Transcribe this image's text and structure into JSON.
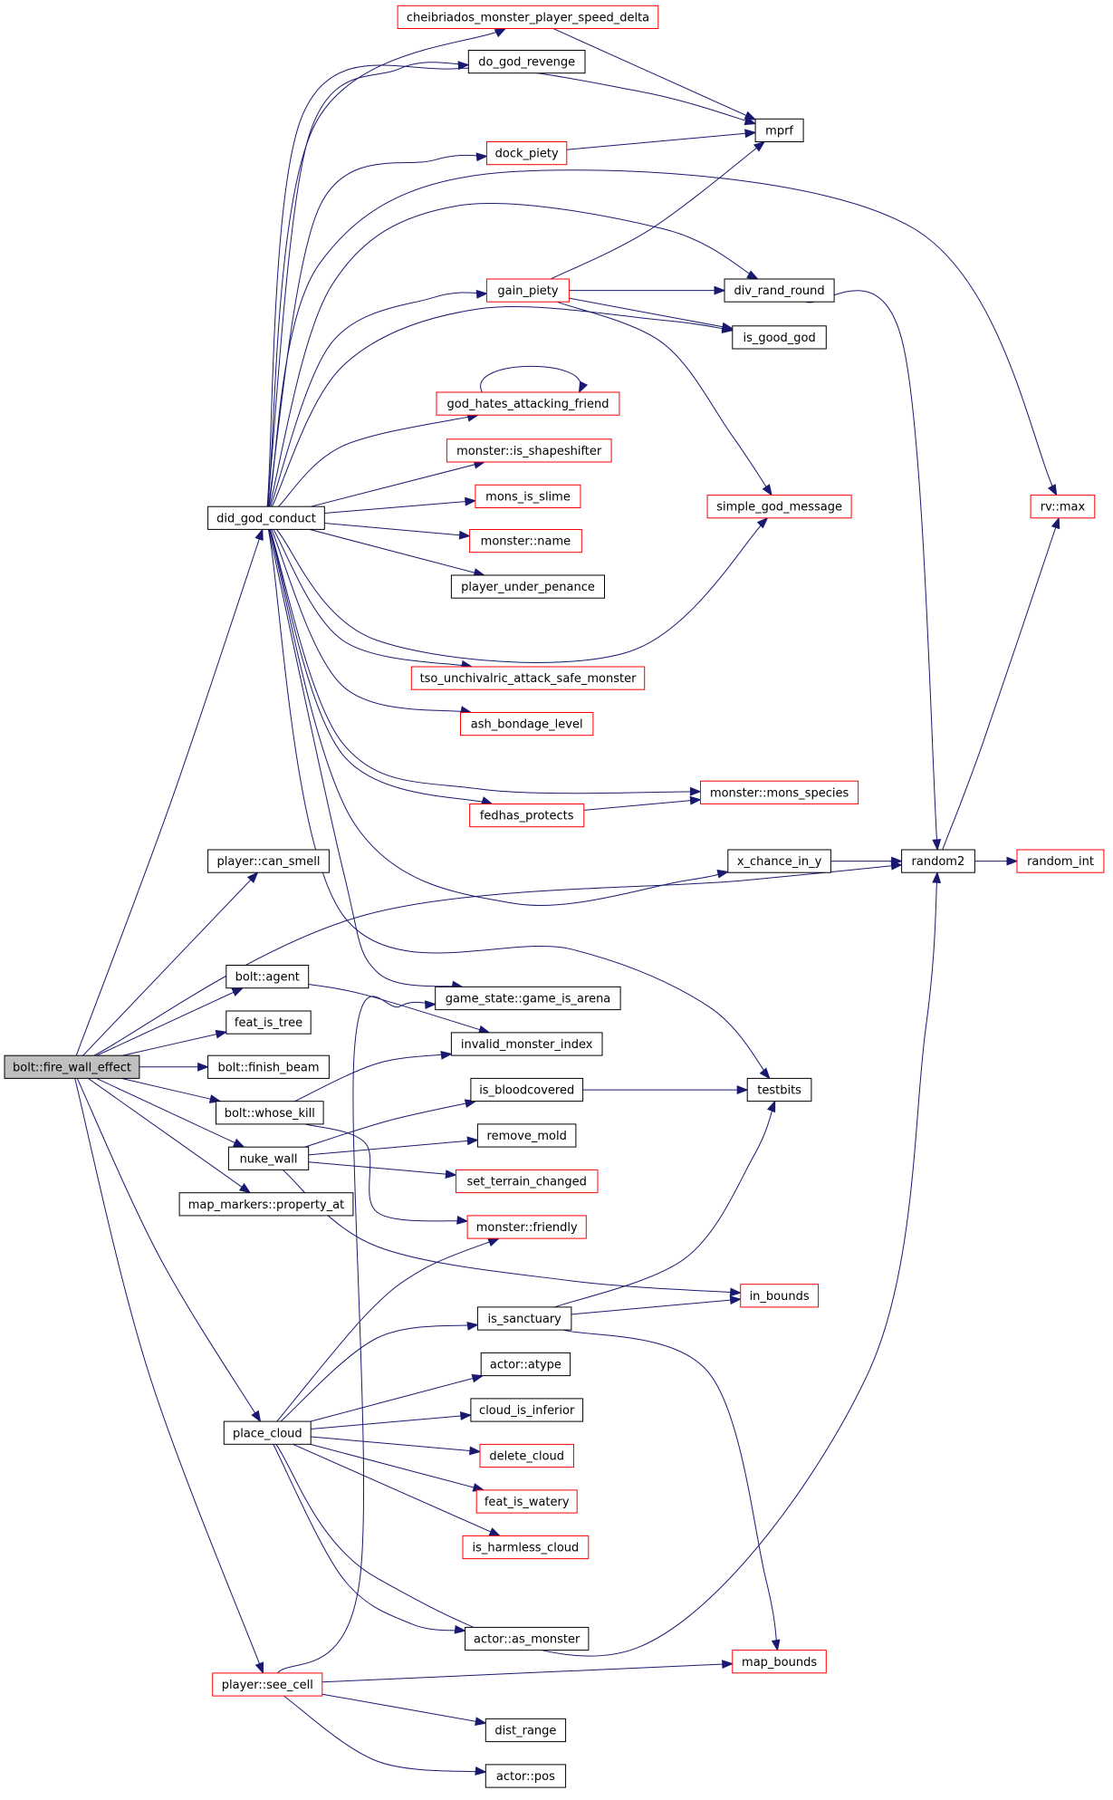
{
  "diagram": {
    "type": "call-graph",
    "colors": {
      "edge": "#191970",
      "node_border_normal": "#000000",
      "node_border_truncated": "#ff0000",
      "node_fill_root": "#bfbfbf",
      "node_fill": "#ffffff"
    },
    "nodes": [
      {
        "id": "root",
        "label": "bolt::fire_wall_effect",
        "style": "root"
      },
      {
        "id": "did_god_conduct",
        "label": "did_god_conduct",
        "style": "normal"
      },
      {
        "id": "can_smell",
        "label": "player::can_smell",
        "style": "normal"
      },
      {
        "id": "bolt_agent",
        "label": "bolt::agent",
        "style": "normal"
      },
      {
        "id": "feat_is_tree",
        "label": "feat_is_tree",
        "style": "normal"
      },
      {
        "id": "finish_beam",
        "label": "bolt::finish_beam",
        "style": "normal"
      },
      {
        "id": "whose_kill",
        "label": "bolt::whose_kill",
        "style": "normal"
      },
      {
        "id": "nuke_wall",
        "label": "nuke_wall",
        "style": "normal"
      },
      {
        "id": "property_at",
        "label": "map_markers::property_at",
        "style": "normal"
      },
      {
        "id": "place_cloud",
        "label": "place_cloud",
        "style": "normal"
      },
      {
        "id": "see_cell",
        "label": "player::see_cell",
        "style": "truncated"
      },
      {
        "id": "cheibriados",
        "label": "cheibriados_monster_player_speed_delta",
        "style": "truncated"
      },
      {
        "id": "do_god_revenge",
        "label": "do_god_revenge",
        "style": "normal"
      },
      {
        "id": "dock_piety",
        "label": "dock_piety",
        "style": "truncated"
      },
      {
        "id": "gain_piety",
        "label": "gain_piety",
        "style": "truncated"
      },
      {
        "id": "god_hates",
        "label": "god_hates_attacking_friend",
        "style": "truncated"
      },
      {
        "id": "is_shapeshifter",
        "label": "monster::is_shapeshifter",
        "style": "truncated"
      },
      {
        "id": "mons_is_slime",
        "label": "mons_is_slime",
        "style": "truncated"
      },
      {
        "id": "monster_name",
        "label": "monster::name",
        "style": "truncated"
      },
      {
        "id": "player_under_penance",
        "label": "player_under_penance",
        "style": "normal"
      },
      {
        "id": "tso",
        "label": "tso_unchivalric_attack_safe_monster",
        "style": "truncated"
      },
      {
        "id": "ash_bondage",
        "label": "ash_bondage_level",
        "style": "truncated"
      },
      {
        "id": "fedhas_protects",
        "label": "fedhas_protects",
        "style": "truncated"
      },
      {
        "id": "game_is_arena",
        "label": "game_state::game_is_arena",
        "style": "normal"
      },
      {
        "id": "invalid_monster_index",
        "label": "invalid_monster_index",
        "style": "normal"
      },
      {
        "id": "is_bloodcovered",
        "label": "is_bloodcovered",
        "style": "normal"
      },
      {
        "id": "remove_mold",
        "label": "remove_mold",
        "style": "normal"
      },
      {
        "id": "set_terrain_changed",
        "label": "set_terrain_changed",
        "style": "truncated"
      },
      {
        "id": "monster_friendly",
        "label": "monster::friendly",
        "style": "truncated"
      },
      {
        "id": "is_sanctuary",
        "label": "is_sanctuary",
        "style": "normal"
      },
      {
        "id": "actor_atype",
        "label": "actor::atype",
        "style": "normal"
      },
      {
        "id": "cloud_is_inferior",
        "label": "cloud_is_inferior",
        "style": "normal"
      },
      {
        "id": "delete_cloud",
        "label": "delete_cloud",
        "style": "truncated"
      },
      {
        "id": "feat_is_watery",
        "label": "feat_is_watery",
        "style": "truncated"
      },
      {
        "id": "is_harmless_cloud",
        "label": "is_harmless_cloud",
        "style": "truncated"
      },
      {
        "id": "as_monster",
        "label": "actor::as_monster",
        "style": "normal"
      },
      {
        "id": "dist_range",
        "label": "dist_range",
        "style": "normal"
      },
      {
        "id": "actor_pos",
        "label": "actor::pos",
        "style": "normal"
      },
      {
        "id": "mprf",
        "label": "mprf",
        "style": "normal"
      },
      {
        "id": "div_rand_round",
        "label": "div_rand_round",
        "style": "normal"
      },
      {
        "id": "is_good_god",
        "label": "is_good_god",
        "style": "normal"
      },
      {
        "id": "simple_god_message",
        "label": "simple_god_message",
        "style": "truncated"
      },
      {
        "id": "mons_species",
        "label": "monster::mons_species",
        "style": "truncated"
      },
      {
        "id": "x_chance_in_y",
        "label": "x_chance_in_y",
        "style": "normal"
      },
      {
        "id": "testbits",
        "label": "testbits",
        "style": "normal"
      },
      {
        "id": "in_bounds",
        "label": "in_bounds",
        "style": "truncated"
      },
      {
        "id": "map_bounds",
        "label": "map_bounds",
        "style": "truncated"
      },
      {
        "id": "random2",
        "label": "random2",
        "style": "normal"
      },
      {
        "id": "rv_max",
        "label": "rv::max",
        "style": "truncated"
      },
      {
        "id": "random_int",
        "label": "random_int",
        "style": "truncated"
      }
    ],
    "edges": [
      [
        "root",
        "did_god_conduct"
      ],
      [
        "root",
        "can_smell"
      ],
      [
        "root",
        "random2"
      ],
      [
        "root",
        "bolt_agent"
      ],
      [
        "root",
        "feat_is_tree"
      ],
      [
        "root",
        "finish_beam"
      ],
      [
        "root",
        "whose_kill"
      ],
      [
        "root",
        "nuke_wall"
      ],
      [
        "root",
        "property_at"
      ],
      [
        "root",
        "place_cloud"
      ],
      [
        "root",
        "see_cell"
      ],
      [
        "did_god_conduct",
        "cheibriados"
      ],
      [
        "did_god_conduct",
        "do_god_revenge"
      ],
      [
        "did_god_conduct",
        "mprf"
      ],
      [
        "did_god_conduct",
        "dock_piety"
      ],
      [
        "did_god_conduct",
        "rv_max"
      ],
      [
        "did_god_conduct",
        "div_rand_round"
      ],
      [
        "did_god_conduct",
        "gain_piety"
      ],
      [
        "did_god_conduct",
        "is_good_god"
      ],
      [
        "did_god_conduct",
        "god_hates"
      ],
      [
        "did_god_conduct",
        "is_shapeshifter"
      ],
      [
        "did_god_conduct",
        "mons_is_slime"
      ],
      [
        "did_god_conduct",
        "monster_name"
      ],
      [
        "did_god_conduct",
        "player_under_penance"
      ],
      [
        "did_god_conduct",
        "simple_god_message"
      ],
      [
        "did_god_conduct",
        "tso"
      ],
      [
        "did_god_conduct",
        "ash_bondage"
      ],
      [
        "did_god_conduct",
        "mons_species"
      ],
      [
        "did_god_conduct",
        "fedhas_protects"
      ],
      [
        "did_god_conduct",
        "x_chance_in_y"
      ],
      [
        "did_god_conduct",
        "testbits"
      ],
      [
        "did_god_conduct",
        "game_is_arena"
      ],
      [
        "cheibriados",
        "mprf"
      ],
      [
        "dock_piety",
        "mprf"
      ],
      [
        "gain_piety",
        "mprf"
      ],
      [
        "gain_piety",
        "div_rand_round"
      ],
      [
        "gain_piety",
        "is_good_god"
      ],
      [
        "gain_piety",
        "simple_god_message"
      ],
      [
        "god_hates",
        "god_hates"
      ],
      [
        "fedhas_protects",
        "mons_species"
      ],
      [
        "div_rand_round",
        "random2"
      ],
      [
        "x_chance_in_y",
        "random2"
      ],
      [
        "random2",
        "rv_max"
      ],
      [
        "random2",
        "random_int"
      ],
      [
        "bolt_agent",
        "invalid_monster_index"
      ],
      [
        "whose_kill",
        "invalid_monster_index"
      ],
      [
        "whose_kill",
        "monster_friendly"
      ],
      [
        "nuke_wall",
        "is_bloodcovered"
      ],
      [
        "nuke_wall",
        "remove_mold"
      ],
      [
        "nuke_wall",
        "set_terrain_changed"
      ],
      [
        "nuke_wall",
        "in_bounds"
      ],
      [
        "is_bloodcovered",
        "testbits"
      ],
      [
        "place_cloud",
        "monster_friendly"
      ],
      [
        "place_cloud",
        "is_sanctuary"
      ],
      [
        "place_cloud",
        "actor_atype"
      ],
      [
        "place_cloud",
        "cloud_is_inferior"
      ],
      [
        "place_cloud",
        "delete_cloud"
      ],
      [
        "place_cloud",
        "feat_is_watery"
      ],
      [
        "place_cloud",
        "is_harmless_cloud"
      ],
      [
        "place_cloud",
        "random2"
      ],
      [
        "place_cloud",
        "as_monster"
      ],
      [
        "is_sanctuary",
        "testbits"
      ],
      [
        "is_sanctuary",
        "in_bounds"
      ],
      [
        "is_sanctuary",
        "map_bounds"
      ],
      [
        "see_cell",
        "game_is_arena"
      ],
      [
        "see_cell",
        "map_bounds"
      ],
      [
        "see_cell",
        "dist_range"
      ],
      [
        "see_cell",
        "actor_pos"
      ]
    ]
  }
}
